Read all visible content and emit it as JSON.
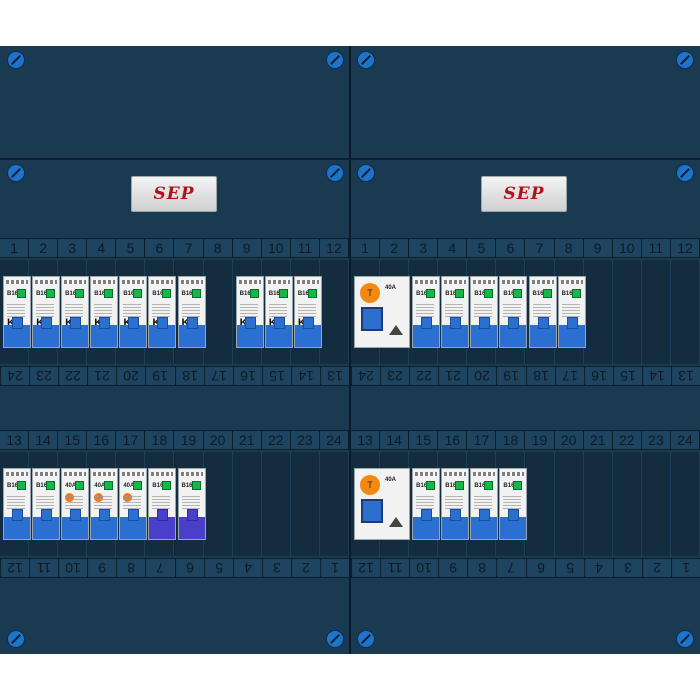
{
  "brand": {
    "logo_text": "SEP"
  },
  "top_numbers": [
    "1",
    "2",
    "3",
    "4",
    "5",
    "6",
    "7",
    "8",
    "9",
    "10",
    "11",
    "12"
  ],
  "row1_bottom_numbers": [
    "24",
    "23",
    "22",
    "21",
    "20",
    "19",
    "18",
    "17",
    "16",
    "15",
    "14",
    "13"
  ],
  "row2_top_numbers": [
    "13",
    "14",
    "15",
    "16",
    "17",
    "18",
    "19",
    "20",
    "21",
    "22",
    "23",
    "24"
  ],
  "row2_bottom_numbers": [
    "12",
    "11",
    "10",
    "9",
    "8",
    "7",
    "6",
    "5",
    "4",
    "3",
    "2",
    "1"
  ],
  "colors": {
    "panel": "#1a3a52",
    "screw": "#1f74c9",
    "handle_blue": "#2b6fd1",
    "handle_purple": "#4a3fc8",
    "led_green": "#14b84a",
    "test_orange": "#f28a12"
  },
  "breakers": {
    "mcb_label": "B16",
    "rcd_label": "40A",
    "rcd_test_label": "T"
  }
}
